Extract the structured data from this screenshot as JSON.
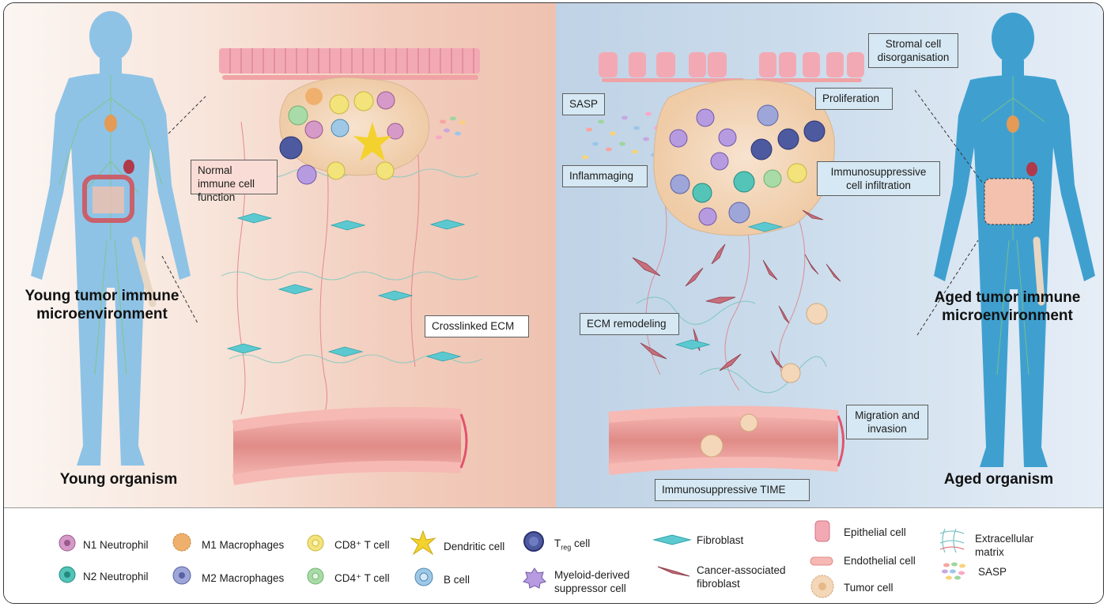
{
  "young": {
    "title_line1": "Young tumor immune",
    "title_line2": "microenvironment",
    "organism": "Young organism",
    "callouts": {
      "normal_immune": "Normal immune cell function",
      "crosslinked_ecm": "Crosslinked ECM"
    }
  },
  "aged": {
    "title_line1": "Aged tumor immune",
    "title_line2": "microenvironment",
    "organism": "Aged organism",
    "callouts": {
      "stromal": "Stromal cell disorganisation",
      "proliferation": "Proliferation",
      "sasp": "SASP",
      "inflammaging": "Inflammaging",
      "immunosuppressive_infiltration": "Immunosuppressive cell infiltration",
      "ecm_remodeling": "ECM remodeling",
      "migration": "Migration and invasion",
      "immunosuppressive_time": "Immunosuppressive TIME"
    }
  },
  "legend": {
    "n1_neutrophil": "N1 Neutrophil",
    "n2_neutrophil": "N2 Neutrophil",
    "m1_macrophages": "M1 Macrophages",
    "m2_macrophages": "M2 Macrophages",
    "cd8_t_cell": "CD8⁺ T cell",
    "cd4_t_cell": "CD4⁺ T cell",
    "dendritic_cell": "Dendritic cell",
    "b_cell": "B cell",
    "treg_prefix": "T",
    "treg_sub": "reg",
    "treg_suffix": " cell",
    "mdsc_line1": "Myeloid-derived",
    "mdsc_line2": "suppressor cell",
    "fibroblast": "Fibroblast",
    "caf_line1": "Cancer-associated",
    "caf_line2": "fibroblast",
    "epithelial_cell": "Epithelial cell",
    "endothelial_cell": "Endothelial cell",
    "tumor_cell": "Tumor cell",
    "ecm_line1": "Extracellular",
    "ecm_line2": "matrix",
    "sasp": "SASP"
  },
  "colors": {
    "young_bg": "#f2cdbd",
    "aged_bg": "#cbdcec",
    "body": "#8ec3e6",
    "aged_body": "#3fa0d0",
    "epithelium": "#f3a9b3",
    "vessel": "#e99a97",
    "fibroblast": "#5cc9d0",
    "caf": "#c86e7c",
    "tumor": "#f3d7b8"
  }
}
